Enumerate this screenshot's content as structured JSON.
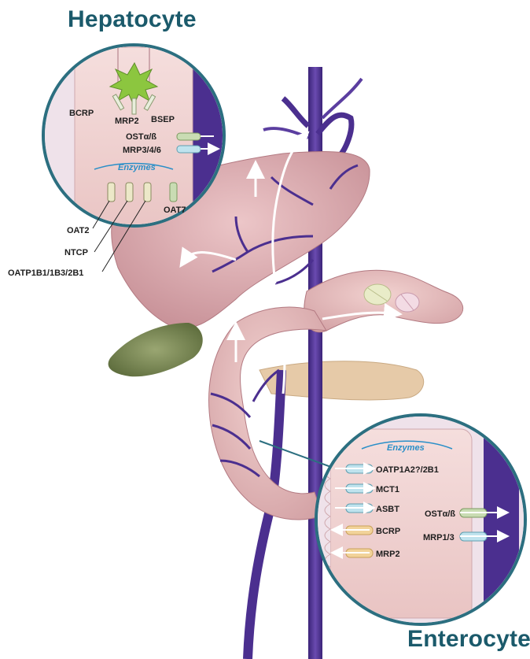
{
  "titles": {
    "hepatocyte": "Hepatocyte",
    "enterocyte": "Enterocyte"
  },
  "hepatocyte_panel": {
    "canalicular_transporters": [
      "BCRP",
      "MRP2",
      "BSEP"
    ],
    "basolateral_efflux": [
      "OSTα/ß",
      "MRP3/4/6"
    ],
    "enzymes_label": "Enzymes",
    "uptake_transporters": [
      "OAT2",
      "NTCP",
      "OATP1B1/1B3/2B1",
      "OAT7"
    ]
  },
  "enterocyte_panel": {
    "enzymes_label": "Enzymes",
    "apical_transporters": [
      "OATP1A2?/2B1",
      "MCT1",
      "ASBT",
      "BCRP",
      "MRP2"
    ],
    "basolateral_transporters": [
      "OSTα/ß",
      "MRP1/3"
    ]
  },
  "colors": {
    "title": "#1b5a6b",
    "vein": "#4b2f8f",
    "liver": "#d9a3a8",
    "intestine": "#e3b6b6",
    "gallbladder": "#7a8a52",
    "circle_border": "#2c6f80",
    "enzyme_text": "#2a8fc8",
    "transporter_blue": "#bfe3ee",
    "transporter_orange": "#f2d39a",
    "transporter_green": "#c9dcb3"
  },
  "icons": [
    "bile-canaliculus-star-icon",
    "pill-icon",
    "arrow-icon"
  ]
}
